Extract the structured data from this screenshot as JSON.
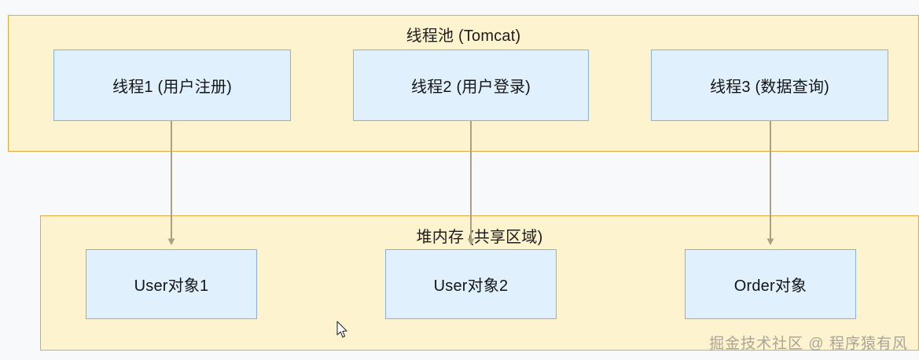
{
  "diagram": {
    "title_threadpool": "线程池 (Tomcat)",
    "title_heap": "堆内存 (共享区域)",
    "threads": [
      {
        "label": "线程1 (用户注册)"
      },
      {
        "label": "线程2 (用户登录)"
      },
      {
        "label": "线程3 (数据查询)"
      }
    ],
    "heap_objects": [
      {
        "label": "User对象1"
      },
      {
        "label": "User对象2"
      },
      {
        "label": "Order对象"
      }
    ],
    "watermark": "掘金技术社区 @ 程序猿有风",
    "colors": {
      "group_fill": "#fdf3cf",
      "group_border": "#e5a93f",
      "node_fill": "#e0f1fd",
      "node_border": "#8ab0dd",
      "arrow": "#a9a184",
      "canvas": "#f8f9fb",
      "text": "#141414"
    }
  }
}
